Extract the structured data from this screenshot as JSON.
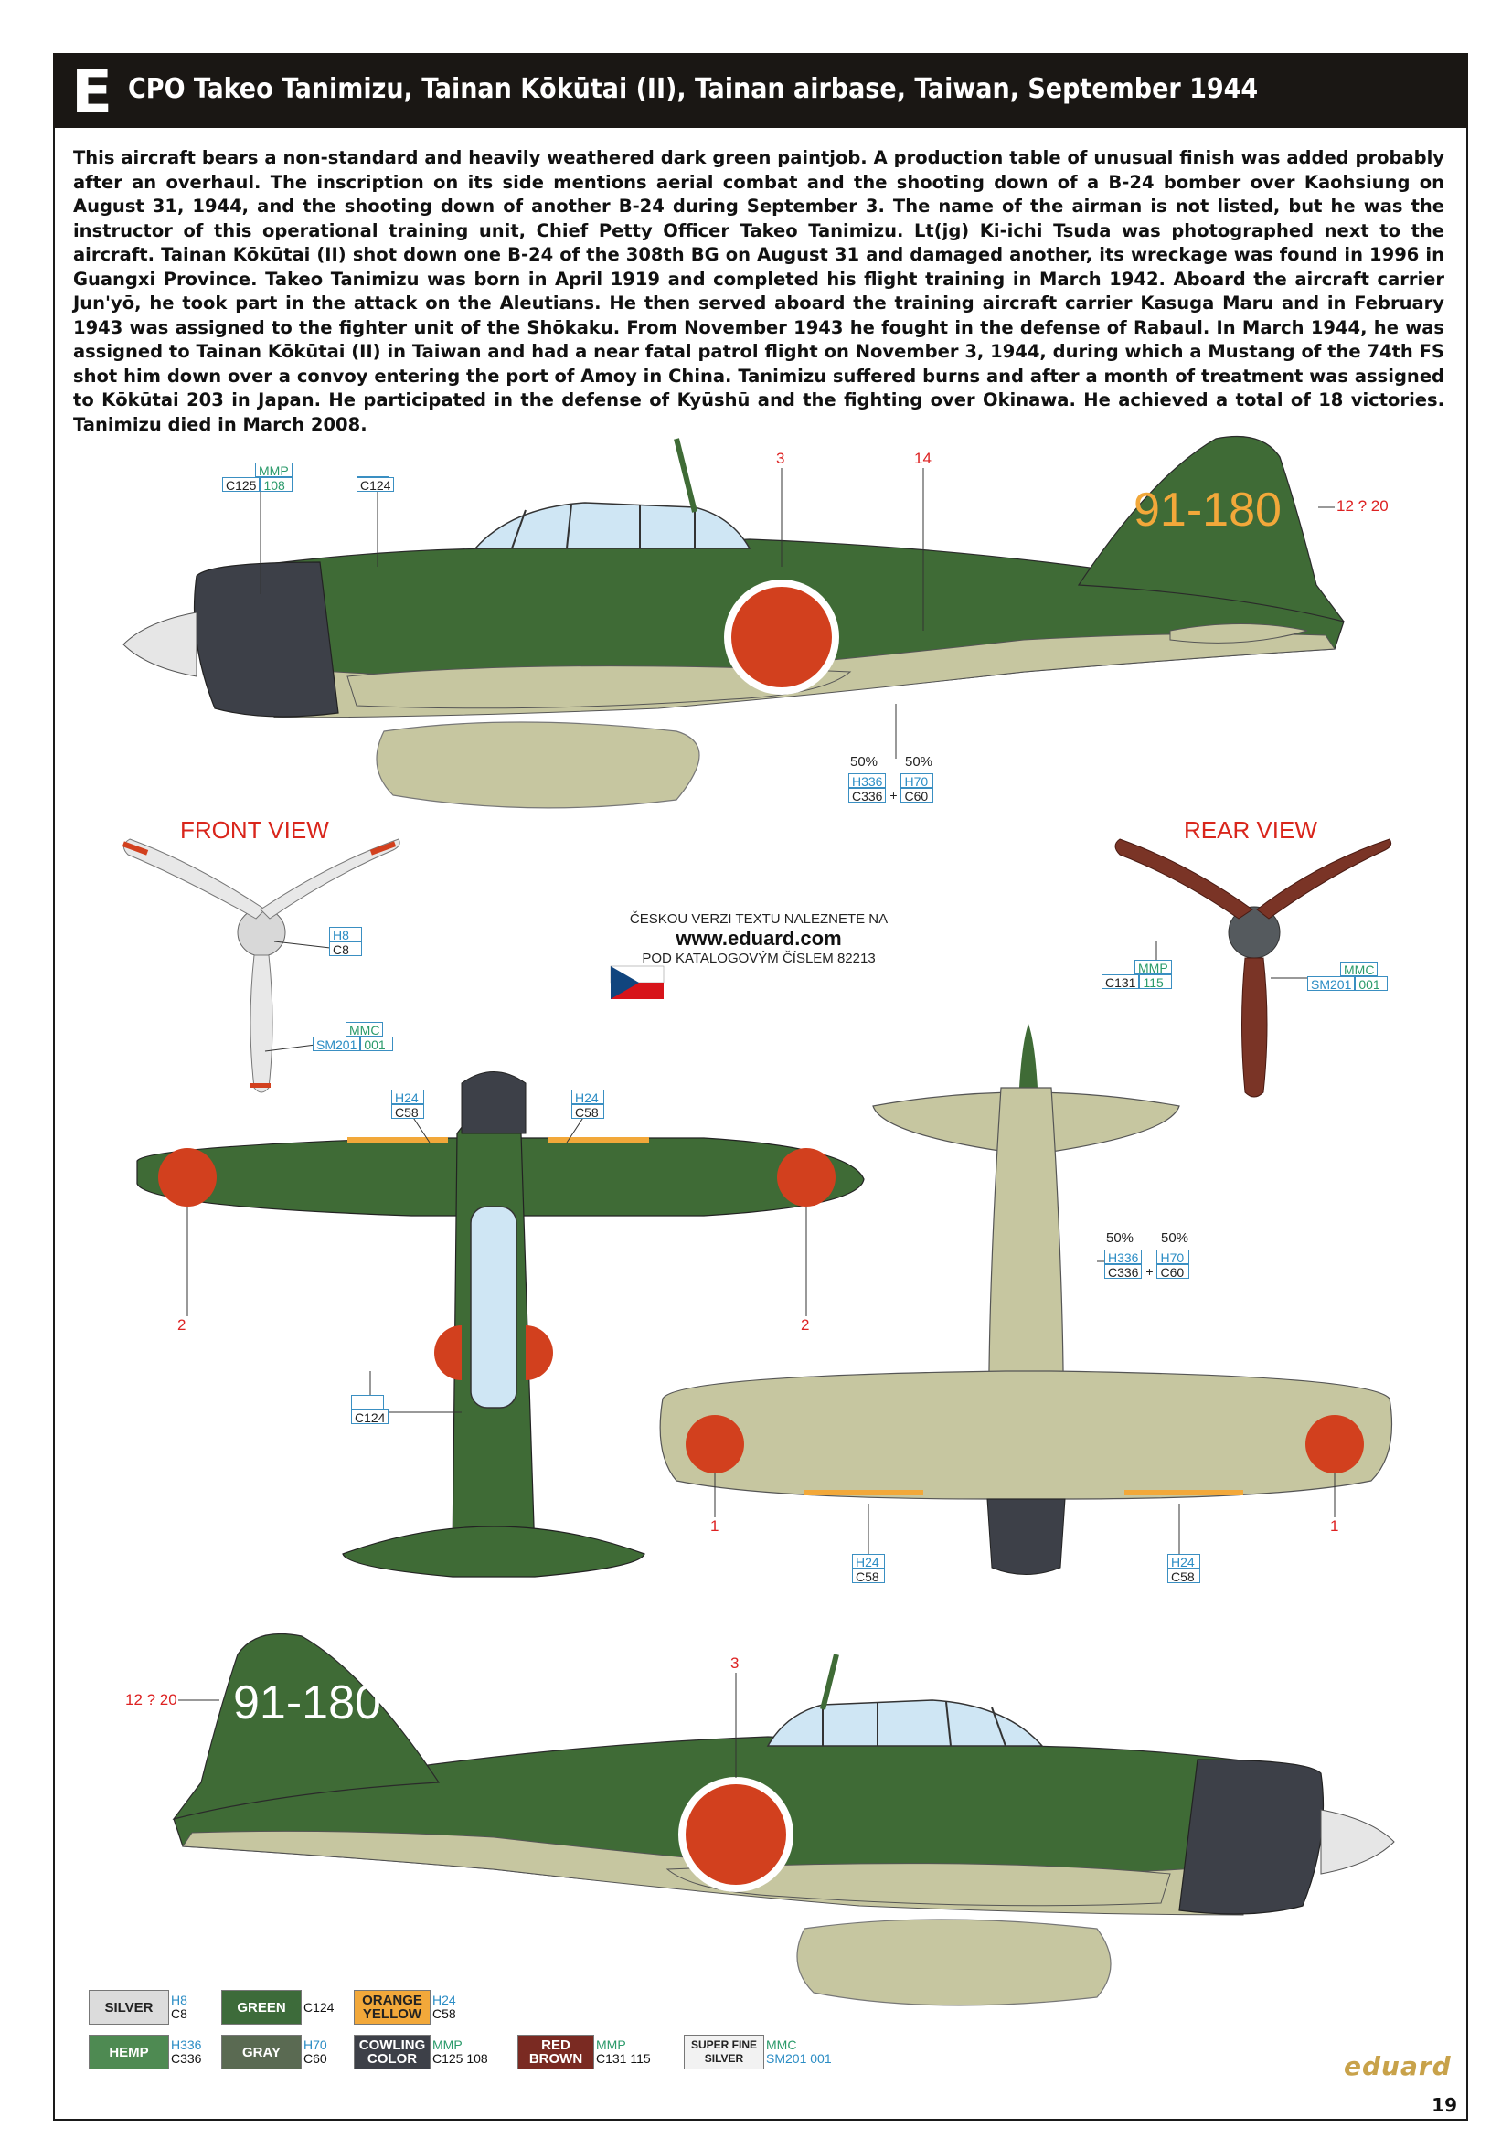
{
  "header": {
    "letter": "E",
    "title": "CPO Takeo Tanimizu, Tainan Kōkūtai (II), Tainan airbase, Taiwan, September 1944"
  },
  "description": "This aircraft bears a non-standard and heavily weathered dark green paintjob. A production table of unusual finish was added probably after an overhaul. The inscription on its side mentions aerial combat and the shooting down of a B-24 bomber over Kaohsiung on August 31, 1944, and the shooting down of another B-24 during September 3. The name of the airman is not listed, but he was the instructor of this operational training unit, Chief Petty Officer Takeo Tanimizu. Lt(jg) Ki-ichi Tsuda was photographed next to the aircraft. Tainan Kōkūtai (II) shot down one B-24 of the 308th BG on August 31 and damaged another, its wreckage was found in 1996 in Guangxi Province. Takeo Tanimizu was born in April 1919 and completed his flight training in March 1942. Aboard the aircraft carrier Jun'yō, he took part in the attack on the Aleutians. He then served aboard the training aircraft carrier Kasuga Maru and in February 1943 was assigned to the fighter unit of the Shōkaku. From November 1943 he fought in the defense of Rabaul. In March 1944, he was assigned to Tainan Kōkūtai (II) in Taiwan and had a near fatal patrol flight on November 3, 1944, during which a Mustang of the 74th FS shot him down over a convoy entering the port of Amoy in China. Tanimizu suffered burns and after a month of treatment was assigned to Kōkūtai 203 in Japan. He participated in the defense of Kyūshū and the fighting over Okinawa. He achieved a total of 18 victories. Tanimizu died in March 2008.",
  "aircraft": {
    "tail_code": "91-180",
    "callout_3": "3",
    "callout_14": "14",
    "callout_1": "1",
    "callout_2": "2",
    "stencil_ref": "12 ? 20"
  },
  "views": {
    "front": "FRONT VIEW",
    "rear": "REAR VIEW"
  },
  "czech_note": {
    "line1": "ČESKOU VERZI TEXTU NALEZNETE NA",
    "url": "www.eduard.com",
    "line3": "POD KATALOGOVÝM ČÍSLEM 82213"
  },
  "codes": {
    "mmp": "MMP",
    "mmp108": "108",
    "c125": "C125",
    "c124": "C124",
    "h336": "H336",
    "c336": "C336",
    "h70": "H70",
    "c60": "C60",
    "h8": "H8",
    "c8": "C8",
    "sm201": "SM201",
    "mmc": "MMC",
    "mmc001": "001",
    "c131": "C131",
    "mmp115": "115",
    "h24": "H24",
    "c58": "C58",
    "pct50": "50%",
    "plus": "+"
  },
  "legend": [
    {
      "label": "SILVER",
      "top": "H8",
      "bottom": "C8",
      "color": "#dcdcdc",
      "text": "#222"
    },
    {
      "label": "GREEN",
      "top": "",
      "bottom": "C124",
      "color": "#3d6b3a",
      "text": "#fff"
    },
    {
      "label": "ORANGE YELLOW",
      "top": "H24",
      "bottom": "C58",
      "color": "#f2a83a",
      "text": "#222"
    },
    {
      "label": "HEMP",
      "top": "H336",
      "bottom": "C336",
      "color": "#4e8a52",
      "text": "#fff"
    },
    {
      "label": "GRAY",
      "top": "H70",
      "bottom": "C60",
      "color": "#5a6a52",
      "text": "#fff"
    },
    {
      "label": "COWLING COLOR",
      "top": "MMP",
      "bottom": "C125 108",
      "color": "#3d4048",
      "text": "#fff"
    },
    {
      "label": "RED BROWN",
      "top": "MMP",
      "bottom": "C131 115",
      "color": "#7a2a22",
      "text": "#fff"
    },
    {
      "label": "SUPER FINE SILVER",
      "top": "MMC",
      "bottom": "SM201 001",
      "color": "#f2f2f2",
      "text": "#222"
    }
  ],
  "brand": "eduard",
  "page_number": "19",
  "colors": {
    "green": "#3f6b36",
    "underside": "#c6c6a0",
    "hinomaru": "#d2401e",
    "cowling": "#3d4048",
    "canopy": "#cfe6f4",
    "orange": "#f2a83a",
    "prop_brown": "#7a3426"
  }
}
